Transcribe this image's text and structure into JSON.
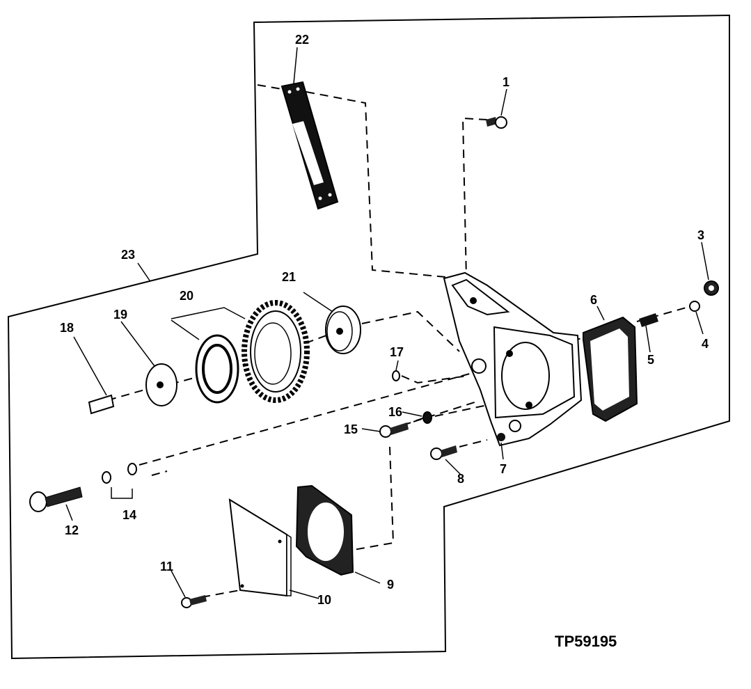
{
  "callouts": {
    "c1": "1",
    "c2": "22",
    "c3": "3",
    "c4": "4",
    "c5": "5",
    "c6": "6",
    "c7": "7",
    "c8": "8",
    "c9": "9",
    "c10": "10",
    "c11": "11",
    "c12": "12",
    "c14": "14",
    "c15": "15",
    "c16": "16",
    "c17": "17",
    "c18": "18",
    "c19": "19",
    "c20": "20",
    "c21": "21",
    "c23": "23"
  },
  "figure_ref": "TP59195"
}
